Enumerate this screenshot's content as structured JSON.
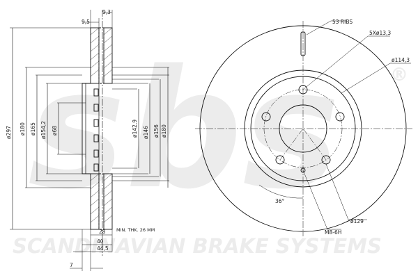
{
  "watermark": {
    "brand": "sbs",
    "registered": "®",
    "tagline": "SCANDINAVIAN BRAKE SYSTEMS",
    "color": "#ececec"
  },
  "side_view": {
    "top_dims": {
      "overall": "9,3",
      "hat": "9,5"
    },
    "diameters": {
      "outer": "ø297",
      "d180_left": "ø180",
      "d165": "ø165",
      "d154": "ø154,2",
      "d68": "ø68",
      "d142": "ø142,9",
      "d146": "ø146",
      "d156": "ø156",
      "d180_right": "ø180"
    },
    "bottom_dims": {
      "thickness": "28",
      "min_thickness_note": "MIN. THK. 26 MM",
      "d40": "40",
      "d7": "7",
      "d44": "44,5"
    }
  },
  "front_view": {
    "ribs_label": "53 RIBS",
    "bolt_holes_label": "5Xø13,3",
    "pcd_label": "ø114,3",
    "angle_label": "36°",
    "thread_label": "M8-6H",
    "thread_circle_label": "ø129"
  }
}
